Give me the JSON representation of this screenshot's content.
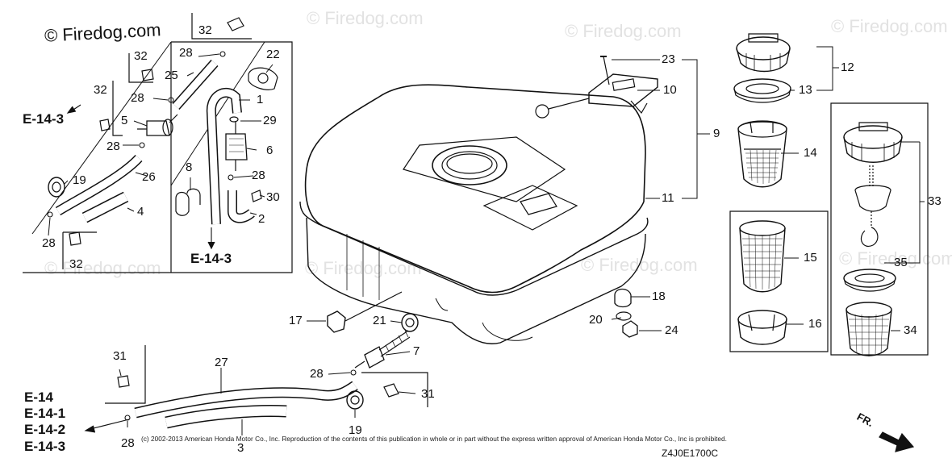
{
  "watermarks": {
    "main": "© Firedog.com",
    "faint": "© Firedog.com"
  },
  "callouts": {
    "c1": "1",
    "c2": "2",
    "c3": "3",
    "c4": "4",
    "c5": "5",
    "c6": "6",
    "c7": "7",
    "c8": "8",
    "c9": "9",
    "c10": "10",
    "c11": "11",
    "c12": "12",
    "c13": "13",
    "c14": "14",
    "c15": "15",
    "c16": "16",
    "c17": "17",
    "c18": "18",
    "c19": "19",
    "c20": "20",
    "c21": "21",
    "c22": "22",
    "c23": "23",
    "c24": "24",
    "c25": "25",
    "c26": "26",
    "c27": "27",
    "c28": "28",
    "c29": "29",
    "c30": "30",
    "c31": "31",
    "c32": "32",
    "c33": "33",
    "c34": "34",
    "c35": "35"
  },
  "refs": {
    "e143": "E-14-3",
    "e14": "E-14",
    "e141": "E-14-1",
    "e142": "E-14-2"
  },
  "direction_label": "FR.",
  "copyright": "(c) 2002-2013 American Honda Motor Co., Inc. Reproduction of the contents of this publication in whole or in part without the express written approval of American Honda Motor Co., Inc is prohibited.",
  "diagram_code": "Z4J0E1700C"
}
